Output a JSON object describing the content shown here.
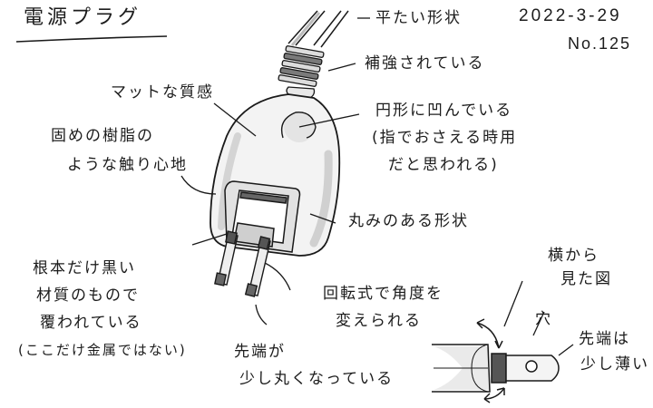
{
  "title": "電源プラグ",
  "meta": {
    "date": "2022-3-29",
    "number": "No.125"
  },
  "annotations": {
    "cord_shape": "平たい形状",
    "reinforced": "補強されている",
    "matte_texture": "マットな質感",
    "resin_line1": "固めの樹脂の",
    "resin_line2": "ような触り心地",
    "dent_line1": "円形に凹んでいる",
    "dent_line2": "(指でおさえる時用",
    "dent_line3": "だと思われる)",
    "rounded_shape": "丸みのある形状",
    "base_line1": "根本だけ黒い",
    "base_line2": "材質のもので",
    "base_line3": "覆われている",
    "base_line4": "(ここだけ金属ではない)",
    "rotate_line1": "回転式で角度を",
    "rotate_line2": "変えられる",
    "tip_line1": "先端が",
    "tip_line2": "少し丸くなっている",
    "side_view_line1": "横から",
    "side_view_line2": "見た図",
    "hole": "穴",
    "thin_tip_line1": "先端は",
    "thin_tip_line2": "少し薄い"
  },
  "colors": {
    "ink": "#1a1a1a",
    "body_fill": "#f4f4f4",
    "shade": "#d9d9d9",
    "dark_band": "#555555"
  }
}
